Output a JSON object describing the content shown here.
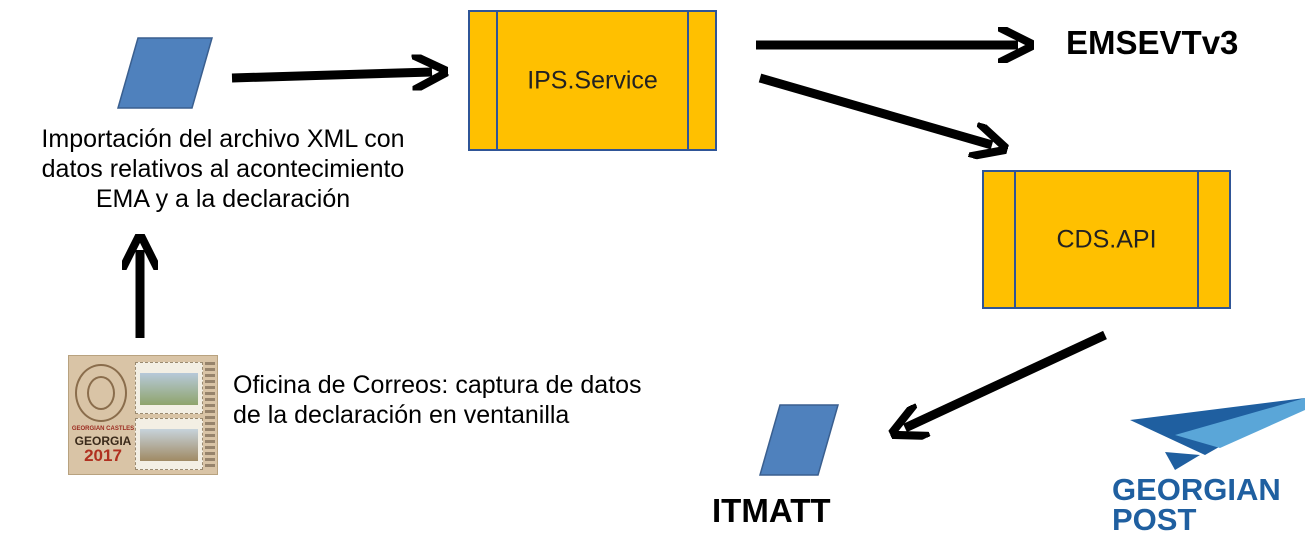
{
  "import_text": {
    "line1": "Importación del archivo XML con",
    "line2": "datos relativos al acontecimiento",
    "line3": "EMA y a la declaración"
  },
  "post_office_text": {
    "line1": "Oficina de Correos: captura de datos",
    "line2": "de la declaración en ventanilla"
  },
  "ips_service": "IPS.Service",
  "cds_api": "CDS.API",
  "emsevt": "EMSEVTv3",
  "itmatt": "ITMATT",
  "logo": {
    "line1": "GEORGIAN",
    "line2": "POST"
  },
  "stamp": {
    "country": "GEORGIA",
    "year": "2017",
    "series": "GEORGIAN CASTLES"
  },
  "colors": {
    "process_fill": "#ffc000",
    "process_border": "#2f5597",
    "data_fill": "#4f81bd",
    "arrow": "#000000",
    "logo_blue": "#1f5fa0"
  }
}
